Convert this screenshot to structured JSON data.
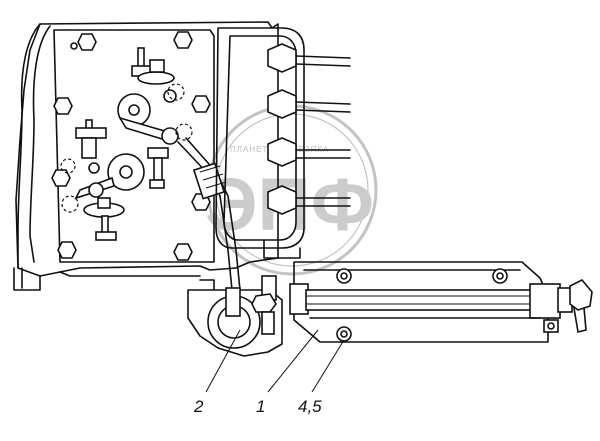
{
  "callouts": [
    {
      "id": "c2",
      "label": "2"
    },
    {
      "id": "c1",
      "label": "1"
    },
    {
      "id": "c45",
      "label": "4,5"
    }
  ],
  "watermark": {
    "logo_text": "ЭПФ",
    "ring_text": "ПЛАНЕТА ЖЕЛЕЗЯКА"
  },
  "colors": {
    "line": "#111111",
    "background": "#ffffff",
    "watermark": "#c4c4c4"
  }
}
